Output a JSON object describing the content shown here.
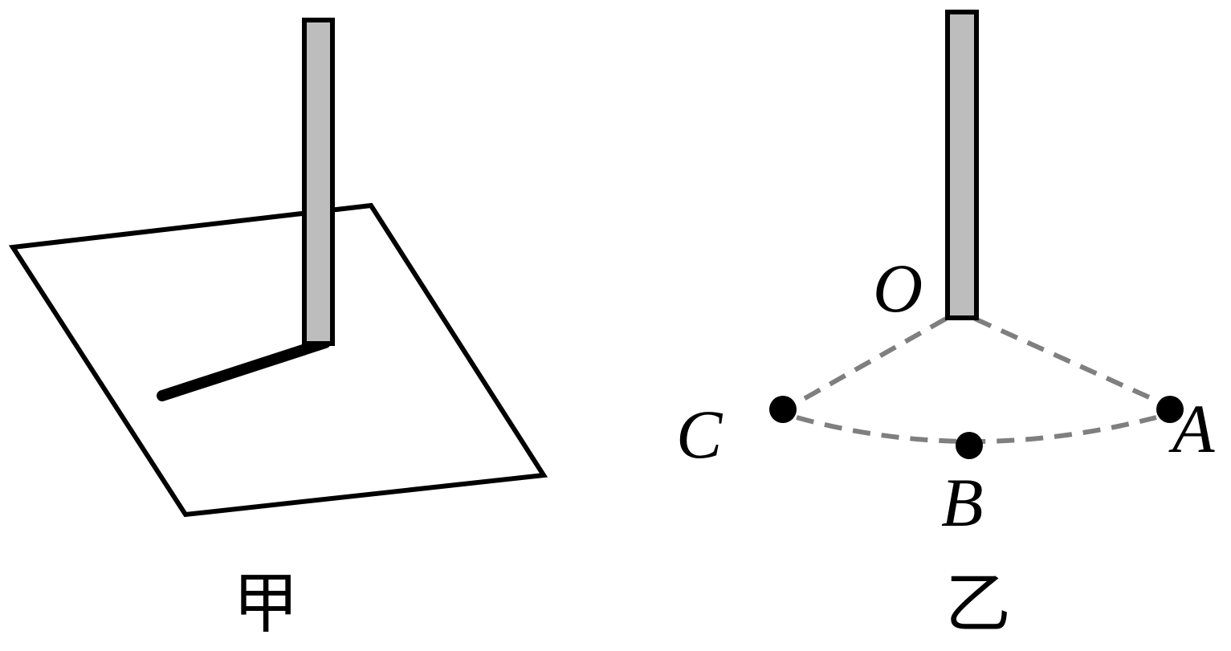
{
  "figure_left": {
    "caption": "甲"
  },
  "figure_right": {
    "caption": "乙",
    "points": {
      "O": "O",
      "A": "A",
      "B": "B",
      "C": "C"
    }
  },
  "colors": {
    "rod_fill": "#bdbdbd",
    "outline": "#000000",
    "dashed_path": "#7f7f7f",
    "background": "#ffffff"
  }
}
